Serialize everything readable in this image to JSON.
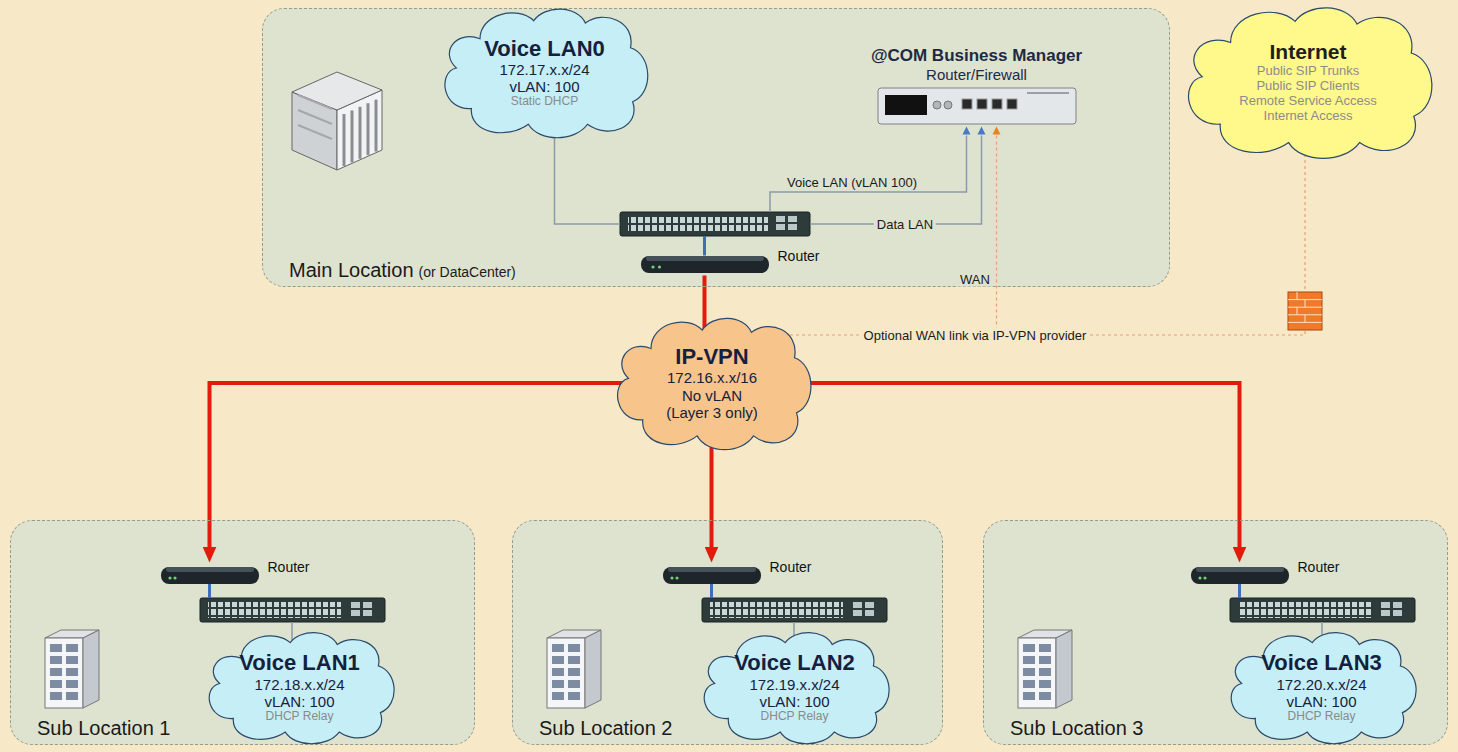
{
  "diagram": {
    "nodes": [
      {
        "text": [
          "Main Location",
          "(or DataCenter)"
        ]
      },
      {
        "text": [
          "Voice LAN0",
          "172.17.x.x/24",
          "vLAN: 100",
          "Static DHCP"
        ],
        "in": 0
      },
      {
        "text": [
          "@COM Business Manager",
          "Router/Firewall"
        ],
        "in": 0
      },
      {
        "text": [
          "Router"
        ],
        "in": 0
      },
      {
        "text": [
          "Internet",
          "Public SIP Trunks",
          "Public SIP Clients",
          "Remote Service Access",
          "Internet Access"
        ]
      },
      {
        "text": [
          "IP-VPN",
          "172.16.x.x/16",
          "No vLAN",
          "(Layer 3 only)"
        ]
      },
      {
        "text": [
          "Sub Location 1"
        ]
      },
      {
        "text": [
          "Router"
        ],
        "in": 6
      },
      {
        "text": [
          "Voice LAN1",
          "172.18.x.x/24",
          "vLAN: 100",
          "DHCP Relay"
        ],
        "in": 6
      },
      {
        "text": [
          "Sub Location 2"
        ]
      },
      {
        "text": [
          "Router"
        ],
        "in": 9
      },
      {
        "text": [
          "Voice LAN2",
          "172.19.x.x/24",
          "vLAN: 100",
          "DHCP Relay"
        ],
        "in": 9
      },
      {
        "text": [
          "Sub Location 3"
        ]
      },
      {
        "text": [
          "Router"
        ],
        "in": 12
      },
      {
        "text": [
          "Voice LAN3",
          "172.20.x.x/24",
          "vLAN: 100",
          "DHCP Relay"
        ],
        "in": 12
      }
    ],
    "edges": [
      {
        "from": 3,
        "to": 5,
        "arrow": "none"
      },
      {
        "from": 5,
        "to": 7,
        "arrow": "to"
      },
      {
        "from": 5,
        "to": 10,
        "arrow": "to"
      },
      {
        "from": 5,
        "to": 13,
        "arrow": "to"
      }
    ],
    "labels": [
      "Voice LAN (vLAN 100)",
      "Data LAN",
      "WAN",
      "Optional WAN link via IP-VPN provider"
    ]
  }
}
